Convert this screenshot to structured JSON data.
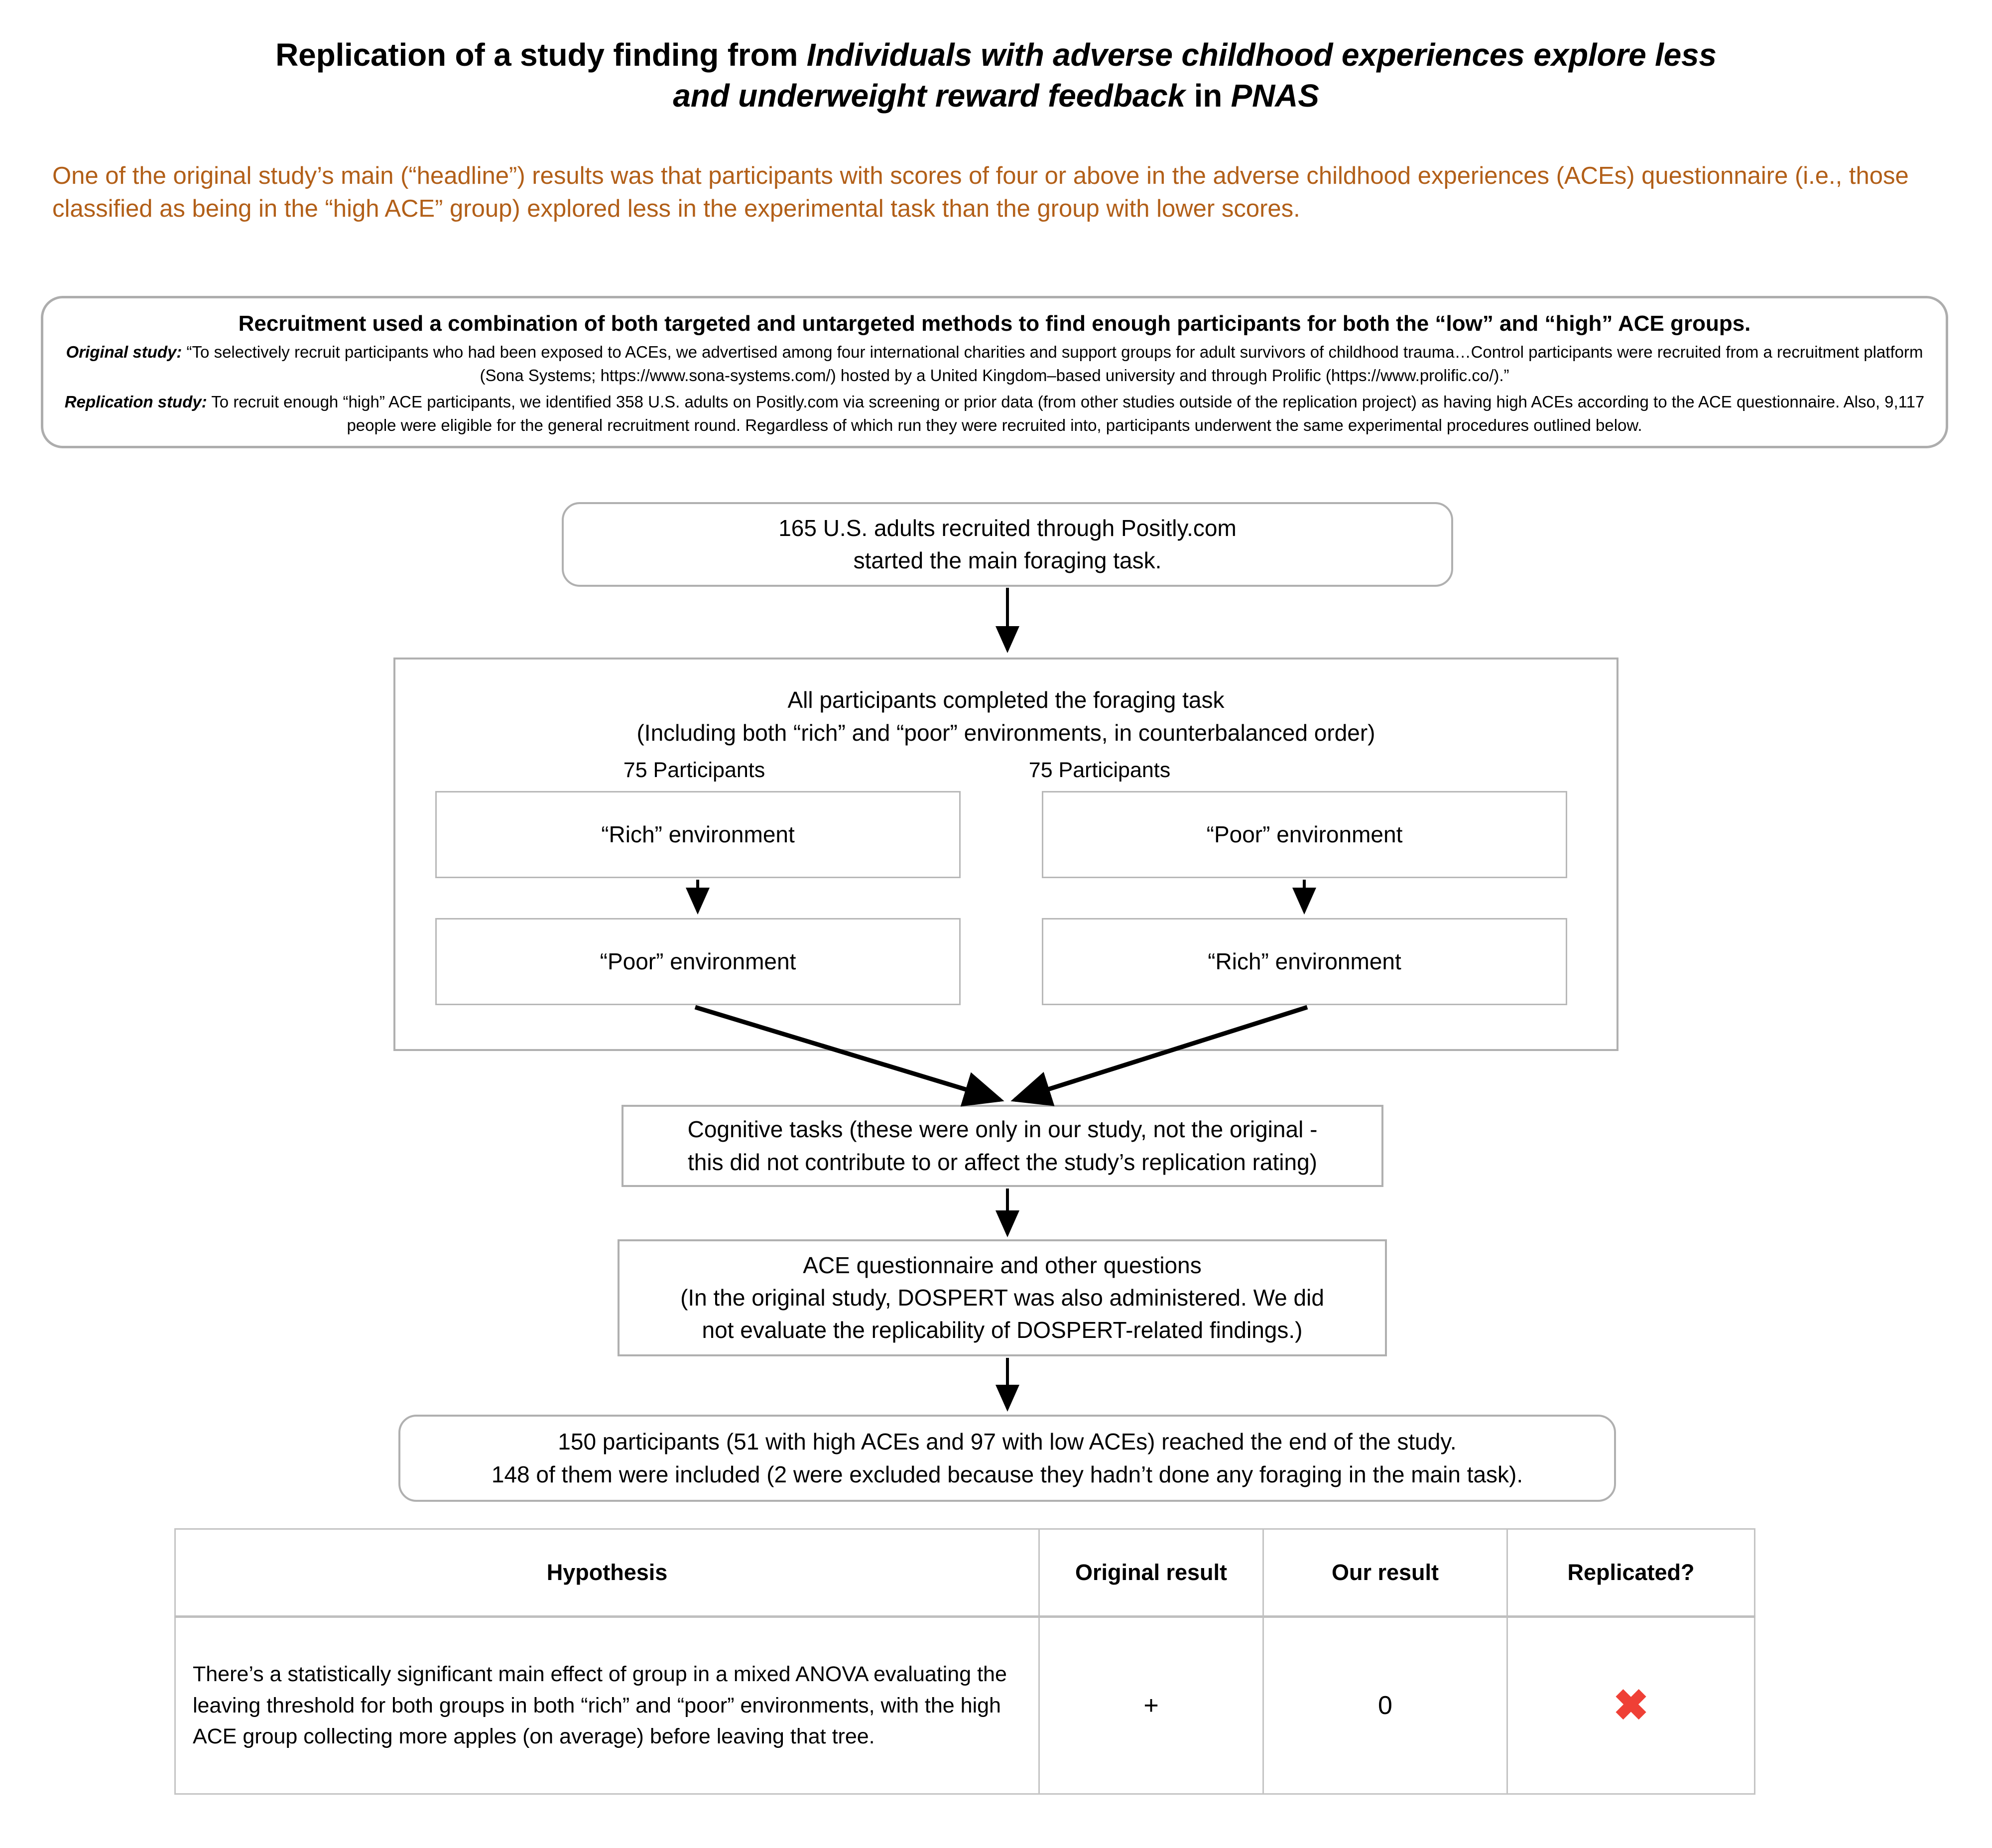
{
  "title": {
    "part1": "Replication of a study finding from ",
    "italic1": "Individuals with adverse childhood experiences explore less and underweight reward feedback",
    "part2": " in ",
    "italic2": "PNAS"
  },
  "subtitle": {
    "text": "One of the original study’s main (“headline”) results was that participants with scores of four or above in the adverse childhood experiences (ACEs) questionnaire (i.e., those classified as being in the “high ACE” group) explored less in the experimental task than the group with lower scores.",
    "color": "#b25f18"
  },
  "recruitment": {
    "heading": "Recruitment used a combination of both targeted and untargeted methods to find enough participants for both the “low” and “high” ACE groups.",
    "original_label": "Original study:",
    "original_text": " “To selectively recruit participants who had been exposed to ACEs, we advertised among four international charities and support groups for adult survivors of childhood trauma…Control participants were recruited from a recruitment platform (Sona Systems; https://www.sona-systems.com/) hosted by a United Kingdom–based university and through Prolific (https://www.prolific.co/).”",
    "replication_label": "Replication study:",
    "replication_text": " To recruit enough “high” ACE participants, we identified 358 U.S. adults on Positly.com via screening or prior data (from other studies outside of the replication project) as having high ACEs according to the ACE questionnaire. Also, 9,117 people were eligible for the general recruitment round. Regardless of which run they were recruited into, participants underwent the same experimental procedures outlined below."
  },
  "flow": {
    "recruited": "165 U.S. adults recruited through Positly.com\nstarted the main foraging task.",
    "foraging_heading": "All participants completed the foraging task\n(Including both “rich” and “poor” environments, in counterbalanced order)",
    "group_left_label": "75 Participants",
    "group_right_label": "75 Participants",
    "env_left_first": "“Rich” environment",
    "env_right_first": "“Poor” environment",
    "env_left_second": "“Poor” environment",
    "env_right_second": "“Rich” environment",
    "cognitive": "Cognitive tasks (these were only in our study, not the original -\nthis did not contribute to or affect the study’s replication rating)",
    "ace_questionnaire": "ACE questionnaire and other questions\n(In the original study, DOSPERT was also administered. We did\nnot evaluate the replicability of DOSPERT-related findings.)",
    "final": "150 participants (51 with high ACEs and 97 with low ACEs) reached the end of the study.\n148 of them were included (2 were excluded because they hadn’t done any foraging in the main task)."
  },
  "results_table": {
    "headers": [
      "Hypothesis",
      "Original result",
      "Our result",
      "Replicated?"
    ],
    "rows": [
      {
        "hypothesis": "There’s a statistically significant main effect of group in a mixed ANOVA evaluating the leaving threshold for both groups in both “rich” and “poor” environments, with the high ACE group collecting more apples (on average) before leaving that tree.",
        "original_result": "+",
        "our_result": "0",
        "replicated": "✖",
        "replicated_color": "#ef4036"
      }
    ]
  }
}
